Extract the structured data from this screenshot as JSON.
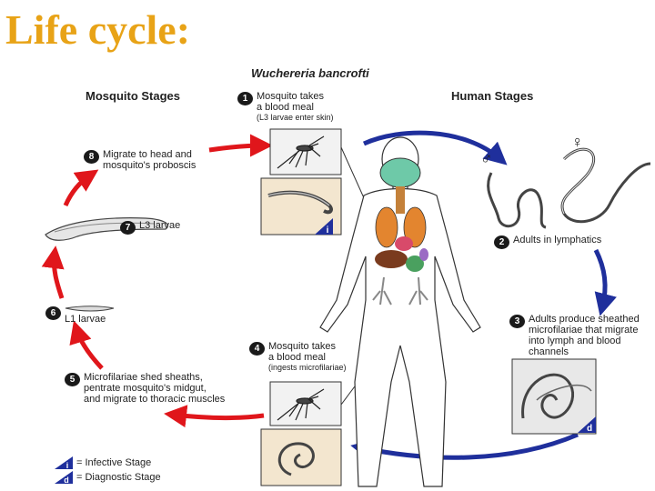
{
  "slide_title": "Life cycle:",
  "organism_name": "Wuchereria bancrofti",
  "mosquito_stages_heading": "Mosquito Stages",
  "human_stages_heading": "Human Stages",
  "steps": [
    {
      "number": "1",
      "text": "Mosquito takes\na blood meal",
      "note": "(L3 larvae enter skin)"
    },
    {
      "number": "2",
      "text": "Adults in lymphatics"
    },
    {
      "number": "3",
      "text": "Adults produce sheathed\nmicrofilariae that migrate\ninto lymph and blood\nchannels"
    },
    {
      "number": "4",
      "text": "Mosquito takes\na blood meal",
      "note": "(ingests microfilariae)"
    },
    {
      "number": "5",
      "text": "Microfilariae shed sheaths,\npentrate mosquito's midgut,\nand migrate to thoracic muscles"
    },
    {
      "number": "6",
      "text": "L1 larvae"
    },
    {
      "number": "7",
      "text": "L3 larvae"
    },
    {
      "number": "8",
      "text": "Migrate to head and\nmosquito's proboscis"
    }
  ],
  "legend": {
    "infective_letter": "i",
    "infective_label": "= Infective Stage",
    "diagnostic_letter": "d",
    "diagnostic_label": "= Diagnostic Stage"
  },
  "female_symbol": "♀",
  "male_symbol": "♂",
  "colors": {
    "title": "#e8a317",
    "human_arrow": "#1f2f9c",
    "mosquito_arrow": "#e0161b",
    "badge": "#1f2f9c"
  }
}
